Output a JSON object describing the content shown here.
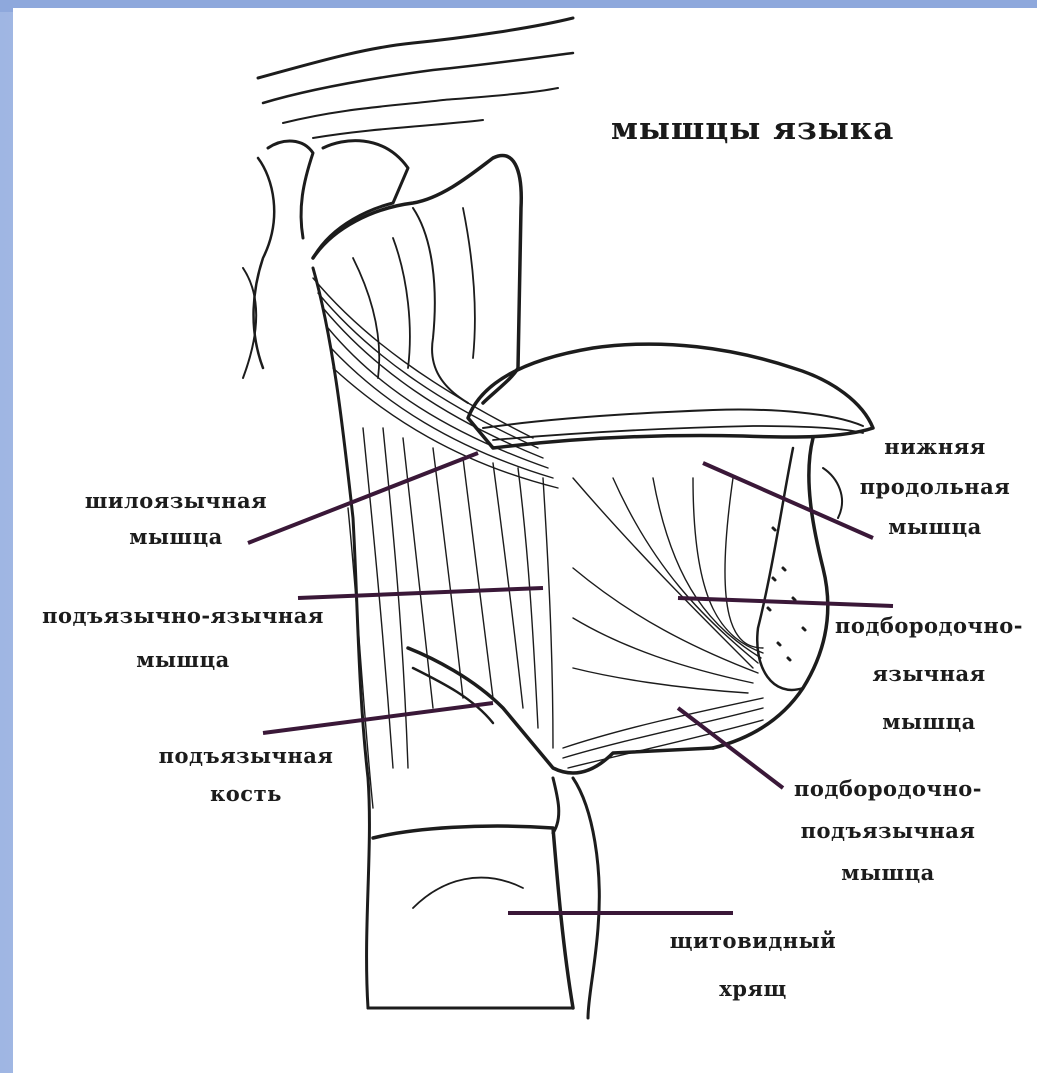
{
  "title": "мышцы языка",
  "labels": {
    "styloglossus": [
      "шилоязычная",
      "мышца"
    ],
    "hyoglossus": [
      "подъязычно-язычная",
      "мышца"
    ],
    "hyoid_bone": [
      "подъязычная",
      "кость"
    ],
    "inferior_longitudinal": [
      "нижняя",
      "продольная",
      "мышца"
    ],
    "genioglossus": [
      "подбородочно-",
      "язычная",
      "мышца"
    ],
    "geniohyoid": [
      "подбородочно-",
      "подъязычная",
      "мышца"
    ],
    "thyroid_cartilage": [
      "щитовидный",
      "хрящ"
    ]
  },
  "colors": {
    "leader_line": "#3a1838",
    "ink": "#1c1c1c",
    "frame_left": "#9fb6e3"
  }
}
